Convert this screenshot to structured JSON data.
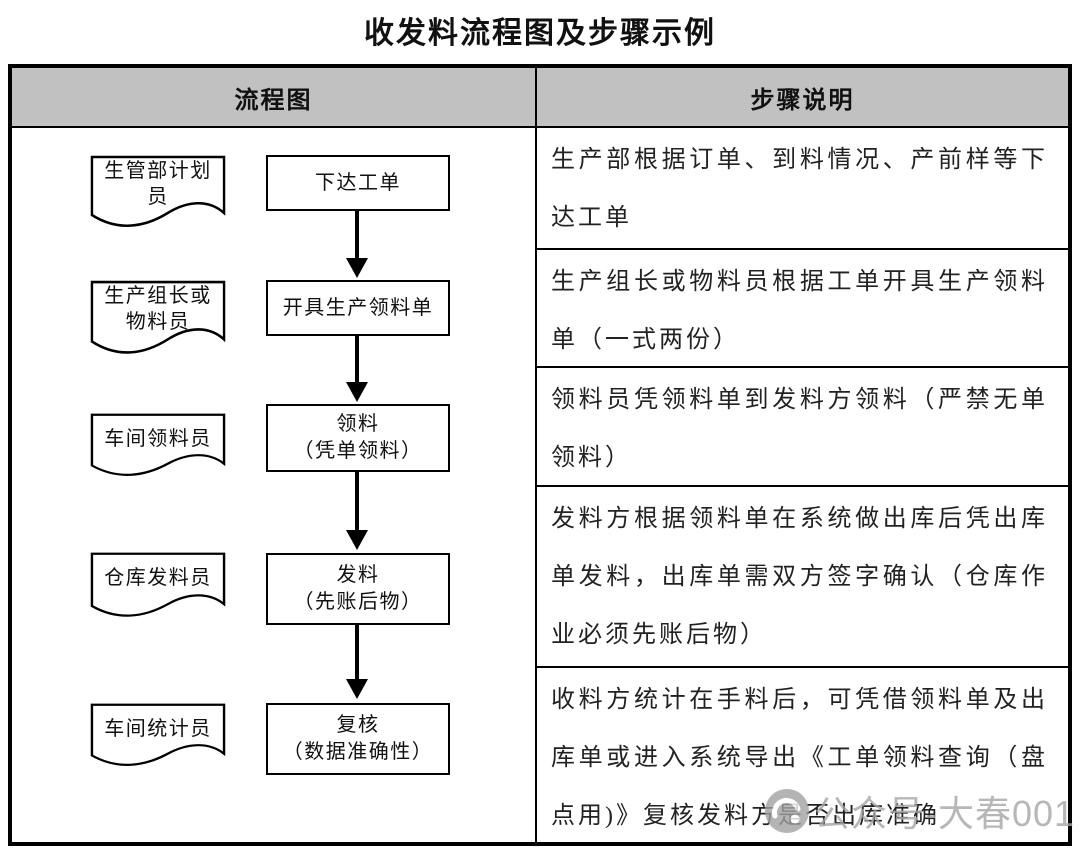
{
  "page": {
    "title": "收发料流程图及步骤示例"
  },
  "table": {
    "header": {
      "flow": "流程图",
      "steps": "步骤说明"
    },
    "flow_steps": [
      {
        "role": "生管部计划员",
        "action_line1": "下达工单",
        "action_line2": ""
      },
      {
        "role": "生产组长或物料员",
        "action_line1": "开具生产领料单",
        "action_line2": ""
      },
      {
        "role": "车间领料员",
        "action_line1": "领料",
        "action_line2": "（凭单领料）"
      },
      {
        "role": "仓库发料员",
        "action_line1": "发料",
        "action_line2": "（先账后物）"
      },
      {
        "role": "车间统计员",
        "action_line1": "复核",
        "action_line2": "（数据准确性）"
      }
    ],
    "step_descriptions": [
      "生产部根据订单、到料情况、产前样等下达工单",
      "生产组长或物料员根据工单开具生产领料单（一式两份）",
      "领料员凭领料单到发料方领料（严禁无单领料）",
      "发料方根据领料单在系统做出库后凭出库单发料，出库单需双方签字确认（仓库作业必须先账后物）",
      "收料方统计在手料后，可凭借领料单及出库单或进入系统导出《工单领料查询（盘点用)》复核发料方是否出库准确"
    ]
  },
  "watermark": {
    "text": "公众号-大春001"
  },
  "colors": {
    "header_bg": "#c1c1c1",
    "border": "#000000",
    "watermark_gray": "#a6a6a6"
  }
}
